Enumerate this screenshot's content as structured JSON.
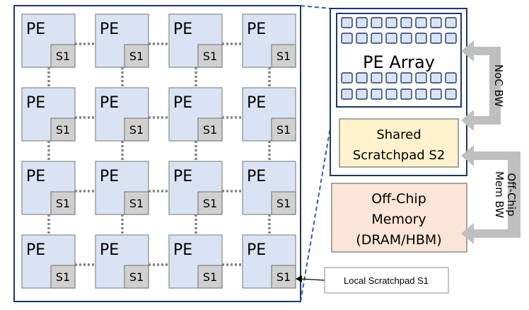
{
  "pe_grid": {
    "rows": 4,
    "cols": 4,
    "pe_label": "PE",
    "scratchpad_label": "S1"
  },
  "pe_array_block": {
    "label": "PE Array"
  },
  "shared_scratchpad": {
    "line1": "Shared",
    "line2": "Scratchpad S2"
  },
  "off_chip_memory": {
    "line1": "Off-Chip",
    "line2": "Memory",
    "line3": "(DRAM/HBM)"
  },
  "bandwidth_labels": {
    "noc": "NoC BW",
    "offchip_line1": "Off-Chip",
    "offchip_line2": "Mem BW"
  },
  "callout": {
    "label": "Local Scratchpad S1"
  },
  "colors": {
    "pe_fill": "#dae3f3",
    "pe_stroke": "#8a8a8a",
    "s1_fill": "#d0d0d0",
    "frame": "#1f3864",
    "dashed_link": "#2e5fb0",
    "shared_fill": "#fff2cc",
    "offchip_fill": "#fbe5d6",
    "arrow_gray": "#bfbfbf"
  }
}
